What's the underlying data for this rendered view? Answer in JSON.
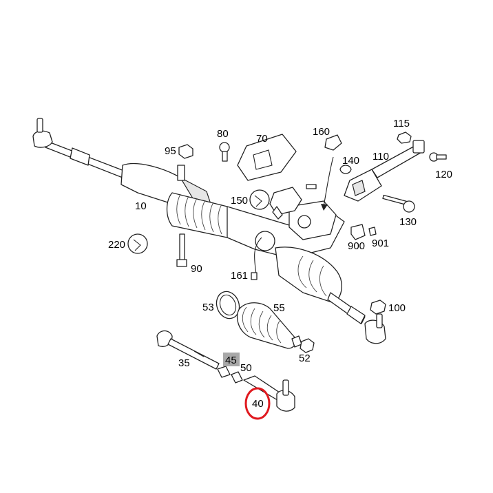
{
  "labels": {
    "l10": "10",
    "l35": "35",
    "l40": "40",
    "l45": "45",
    "l50": "50",
    "l52": "52",
    "l53": "53",
    "l55": "55",
    "l70": "70",
    "l80": "80",
    "l90": "90",
    "l95": "95",
    "l100": "100",
    "l110": "110",
    "l115": "115",
    "l120": "120",
    "l130": "130",
    "l140": "140",
    "l150": "150",
    "l160": "160",
    "l161": "161",
    "l220": "220",
    "l900": "900",
    "l901": "901"
  },
  "highlight": {
    "circled_part": "40",
    "circle_color": "#e0191f",
    "shaded_part": "45",
    "shade_color": "#a8a8a8"
  }
}
